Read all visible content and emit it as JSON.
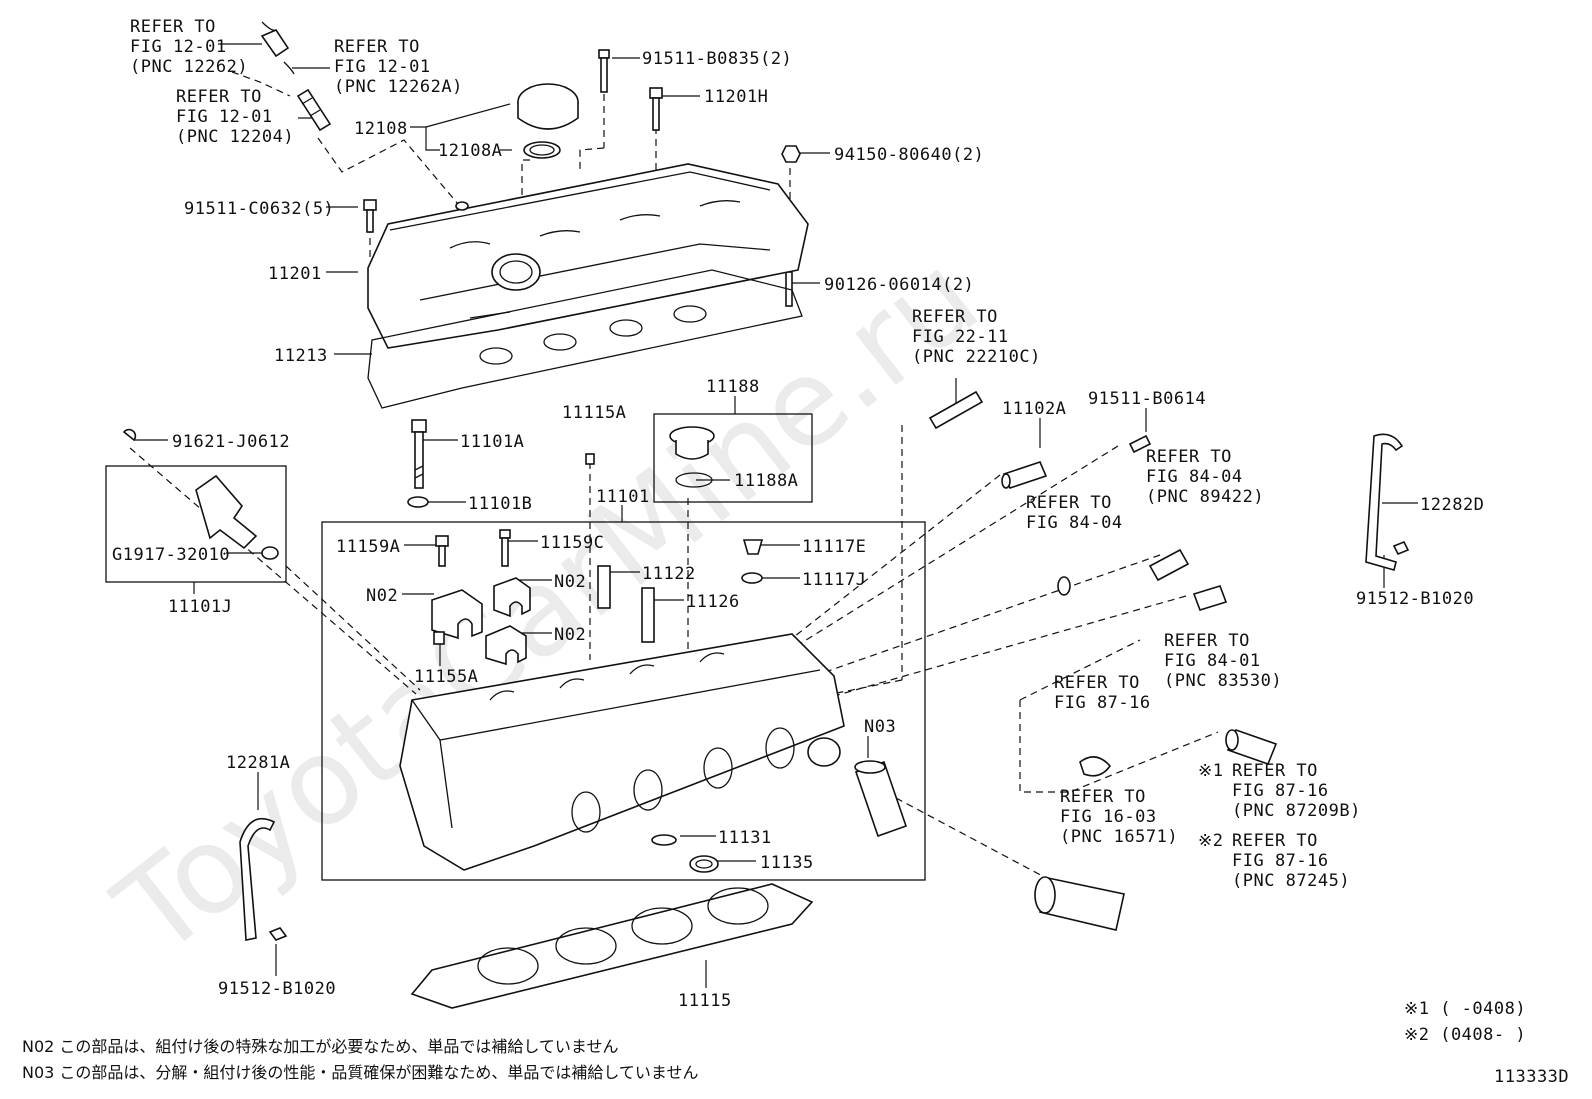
{
  "watermark": "ToyotaCarMine.ru",
  "drawing_number": "113333D",
  "refer": {
    "r1": [
      "REFER TO",
      "FIG 12-01",
      "(PNC 12262)"
    ],
    "r2": [
      "REFER TO",
      "FIG 12-01",
      "(PNC 12262A)"
    ],
    "r3": [
      "REFER TO",
      "FIG 12-01",
      "(PNC 12204)"
    ],
    "r4": [
      "REFER TO",
      "FIG 22-11",
      "(PNC 22210C)"
    ],
    "r5": [
      "REFER TO",
      "FIG 84-04",
      "(PNC 89422)"
    ],
    "r6": [
      "REFER TO",
      "FIG 84-04"
    ],
    "r7": [
      "REFER TO",
      "FIG 84-01",
      "(PNC 83530)"
    ],
    "r8": [
      "REFER TO",
      "FIG 87-16"
    ],
    "r9": [
      "REFER TO",
      "FIG 16-03",
      "(PNC 16571)"
    ],
    "r10": [
      "REFER TO",
      "FIG 87-16",
      "(PNC 87209B)"
    ],
    "r11": [
      "REFER TO",
      "FIG 87-16",
      "(PNC 87245)"
    ]
  },
  "parts": {
    "p91511B0835": "91511-B0835(2)",
    "p11201H": "11201H",
    "p12108": "12108",
    "p12108A": "12108A",
    "p94150": "94150-80640(2)",
    "p91511C0632": "91511-C0632(5)",
    "p11201": "11201",
    "p90126": "90126-06014(2)",
    "p11213": "11213",
    "p11188": "11188",
    "p11188A": "11188A",
    "p11115A": "11115A",
    "p11101A": "11101A",
    "p91621": "91621-J0612",
    "p11102A": "11102A",
    "p91511B0614": "91511-B0614",
    "p12282D": "12282D",
    "p11101B": "11101B",
    "p11101": "11101",
    "pG1917": "G1917-32010",
    "p11159A": "11159A",
    "p11159C": "11159C",
    "p11117E": "11117E",
    "p11117J": "11117J",
    "p11122": "11122",
    "p11126": "11126",
    "pN02a": "N02",
    "pN02b": "N02",
    "pN02c": "N02",
    "p11101J": "11101J",
    "p11155A": "11155A",
    "p91512B1020r": "91512-B1020",
    "pN03": "N03",
    "p12281A": "12281A",
    "p11131": "11131",
    "p11135": "11135",
    "p91512B1020l": "91512-B1020",
    "p11115": "11115",
    "mark1": "※1",
    "mark2": "※2"
  },
  "notes": {
    "n02": "N02 この部品は、組付け後の特殊な加工が必要なため、単品では補給していません",
    "n03": "N03 この部品は、分解・組付け後の性能・品質確保が困難なため、単品では補給していません"
  },
  "legend": {
    "l1": "※1 (      -0408)",
    "l2": "※2 (0408-      )"
  }
}
